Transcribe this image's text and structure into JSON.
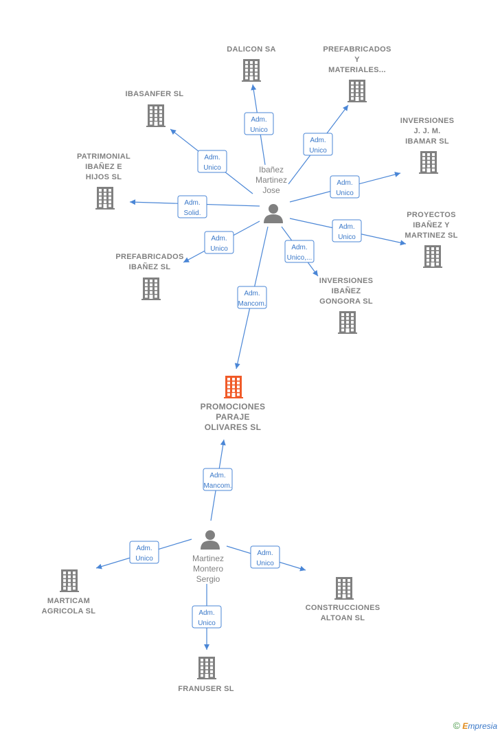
{
  "colors": {
    "edge": "#4a86d6",
    "company": "#808080",
    "main_company": "#f05a28",
    "person": "#808080"
  },
  "companies": [
    {
      "id": "dalicon",
      "lines": [
        "DALICON SA"
      ]
    },
    {
      "id": "prefab_materiales",
      "lines": [
        "PREFABRICADOS",
        "Y",
        "MATERIALES..."
      ]
    },
    {
      "id": "ibasanfer",
      "lines": [
        "IBASANFER SL"
      ]
    },
    {
      "id": "inversiones_jjm",
      "lines": [
        "INVERSIONES",
        "J. J. M.",
        "IBAMAR SL"
      ]
    },
    {
      "id": "patrimonial",
      "lines": [
        "PATRIMONIAL",
        "IBAÑEZ E",
        "HIJOS  SL"
      ]
    },
    {
      "id": "proyectos",
      "lines": [
        "PROYECTOS",
        "IBAÑEZ Y",
        "MARTINEZ SL"
      ]
    },
    {
      "id": "prefab_ibanez",
      "lines": [
        "PREFABRICADOS",
        "IBAÑEZ SL"
      ]
    },
    {
      "id": "inversiones_gongora",
      "lines": [
        "INVERSIONES",
        "IBAÑEZ",
        "GONGORA  SL"
      ]
    },
    {
      "id": "main",
      "lines": [
        "PROMOCIONES",
        "PARAJE",
        "OLIVARES  SL"
      ],
      "main": true
    },
    {
      "id": "marticam",
      "lines": [
        "MARTICAM",
        "AGRICOLA  SL"
      ]
    },
    {
      "id": "construcciones",
      "lines": [
        "CONSTRUCCIONES",
        "ALTOAN SL"
      ]
    },
    {
      "id": "franuser",
      "lines": [
        "FRANUSER  SL"
      ]
    }
  ],
  "persons": [
    {
      "id": "ibanez",
      "lines": [
        "Ibañez",
        "Martinez",
        "Jose"
      ]
    },
    {
      "id": "martinez",
      "lines": [
        "Martinez",
        "Montero",
        "Sergio"
      ]
    }
  ],
  "roles": [
    {
      "to": "dalicon",
      "lines": [
        "Adm.",
        "Unico"
      ]
    },
    {
      "to": "prefab_materiales",
      "lines": [
        "Adm.",
        "Unico"
      ]
    },
    {
      "to": "ibasanfer",
      "lines": [
        "Adm.",
        "Unico"
      ]
    },
    {
      "to": "inversiones_jjm",
      "lines": [
        "Adm.",
        "Unico"
      ]
    },
    {
      "to": "patrimonial",
      "lines": [
        "Adm.",
        "Solid."
      ]
    },
    {
      "to": "proyectos",
      "lines": [
        "Adm.",
        "Unico"
      ]
    },
    {
      "to": "prefab_ibanez",
      "lines": [
        "Adm.",
        "Unico"
      ]
    },
    {
      "to": "inversiones_gongora",
      "lines": [
        "Adm.",
        "Unico,..."
      ]
    },
    {
      "to": "main_from_ibanez",
      "lines": [
        "Adm.",
        "Mancom."
      ]
    },
    {
      "to": "main_from_martinez",
      "lines": [
        "Adm.",
        "Mancom."
      ]
    },
    {
      "to": "marticam",
      "lines": [
        "Adm.",
        "Unico"
      ]
    },
    {
      "to": "construcciones",
      "lines": [
        "Adm.",
        "Unico"
      ]
    },
    {
      "to": "franuser",
      "lines": [
        "Adm.",
        "Unico"
      ]
    }
  ],
  "watermark": {
    "symbol": "©",
    "brand_first": "E",
    "brand_rest": "mpresia"
  }
}
